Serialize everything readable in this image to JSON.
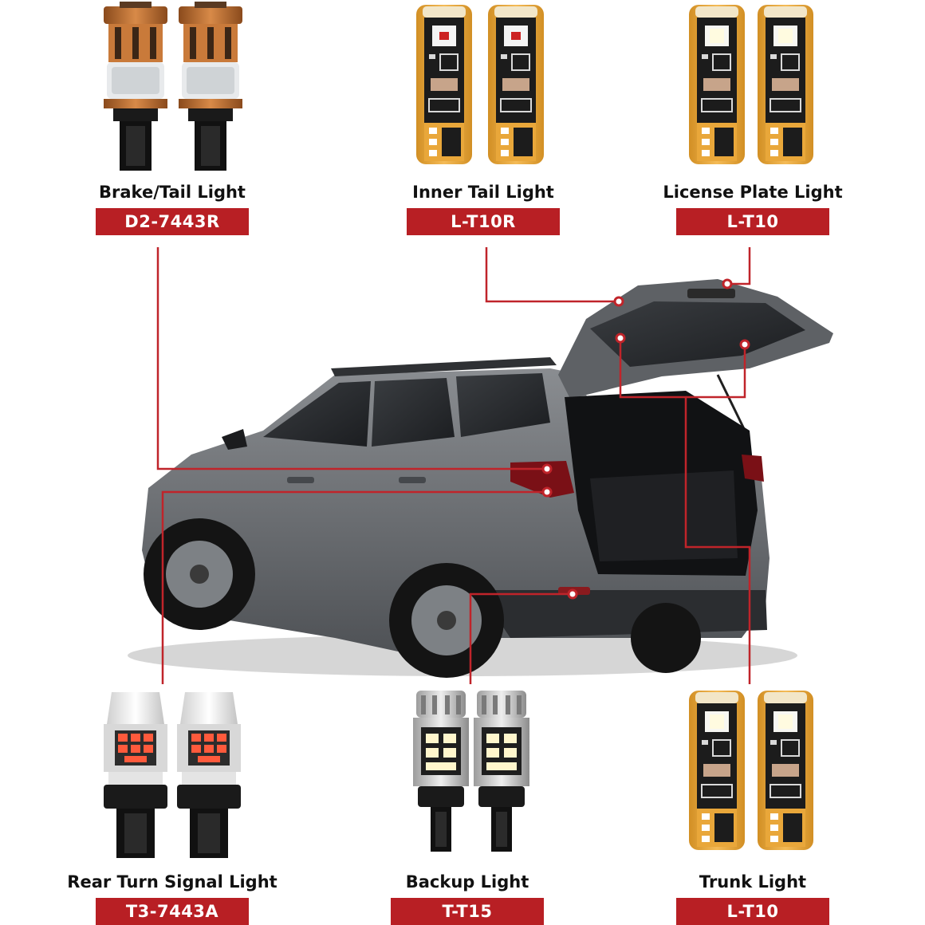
{
  "colors": {
    "accent_red": "#b81f24",
    "connector_red": "#c0242a",
    "pcb_gold": "#e9a73a",
    "pcb_black": "#1c1c1c",
    "car_body": "#6b6e72",
    "bronze": "#b5642a"
  },
  "icons": [
    "wedge-bulb-icon",
    "t10-led-bulb-icon",
    "canbus-bulb-icon",
    "t15-led-bulb-icon",
    "suv-rear-view-icon"
  ],
  "lights": [
    {
      "id": "brake-tail",
      "label": "Brake/Tail Light",
      "code": "D2-7443R"
    },
    {
      "id": "inner-tail",
      "label": "Inner Tail Light",
      "code": "L-T10R"
    },
    {
      "id": "license-plate",
      "label": "License Plate Light",
      "code": "L-T10"
    },
    {
      "id": "rear-turn",
      "label": "Rear Turn Signal Light",
      "code": "T3-7443A"
    },
    {
      "id": "backup",
      "label": "Backup Light",
      "code": "T-T15"
    },
    {
      "id": "trunk",
      "label": "Trunk Light",
      "code": "L-T10"
    }
  ]
}
